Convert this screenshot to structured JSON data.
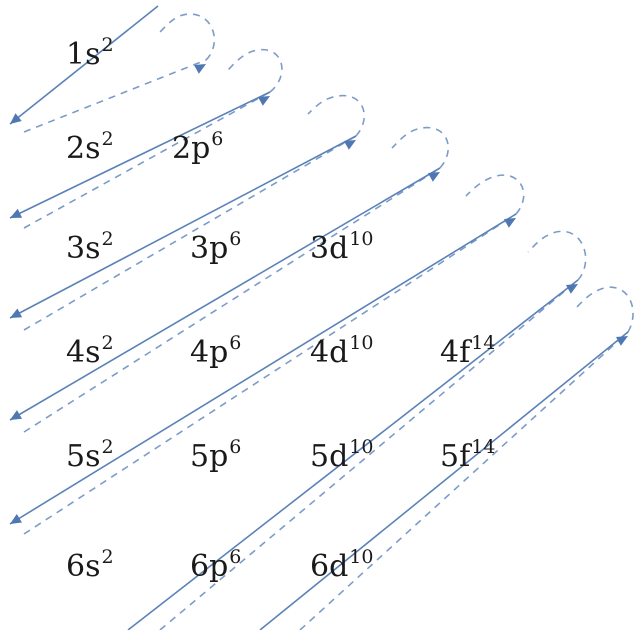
{
  "orbitals": [
    {
      "id": "1s",
      "label": "1s",
      "electrons": "2",
      "row": 1,
      "col": 1
    },
    {
      "id": "2s",
      "label": "2s",
      "electrons": "2",
      "row": 2,
      "col": 1
    },
    {
      "id": "2p",
      "label": "2p",
      "electrons": "6",
      "row": 2,
      "col": 2
    },
    {
      "id": "3s",
      "label": "3s",
      "electrons": "2",
      "row": 3,
      "col": 1
    },
    {
      "id": "3p",
      "label": "3p",
      "electrons": "6",
      "row": 3,
      "col": 2
    },
    {
      "id": "3d",
      "label": "3d",
      "electrons": "10",
      "row": 3,
      "col": 3
    },
    {
      "id": "4s",
      "label": "4s",
      "electrons": "2",
      "row": 4,
      "col": 1
    },
    {
      "id": "4p",
      "label": "4p",
      "electrons": "6",
      "row": 4,
      "col": 2
    },
    {
      "id": "4d",
      "label": "4d",
      "electrons": "10",
      "row": 4,
      "col": 3
    },
    {
      "id": "4f",
      "label": "4f",
      "electrons": "14",
      "row": 4,
      "col": 4
    },
    {
      "id": "5s",
      "label": "5s",
      "electrons": "2",
      "row": 5,
      "col": 1
    },
    {
      "id": "5p",
      "label": "5p",
      "electrons": "6",
      "row": 5,
      "col": 2
    },
    {
      "id": "5d",
      "label": "5d",
      "electrons": "10",
      "row": 5,
      "col": 3
    },
    {
      "id": "5f",
      "label": "5f",
      "electrons": "14",
      "row": 5,
      "col": 4
    },
    {
      "id": "6s",
      "label": "6s",
      "electrons": "2",
      "row": 6,
      "col": 1
    },
    {
      "id": "6p",
      "label": "6p",
      "electrons": "6",
      "row": 6,
      "col": 2
    },
    {
      "id": "6d",
      "label": "6d",
      "electrons": "10",
      "row": 6,
      "col": 3
    }
  ],
  "colors": {
    "arrow_solid": "#5b82b8",
    "arrow_dashed": "#7c9cc8",
    "arrowhead": "#4f78b2",
    "text": "#1a1a1a"
  },
  "icons": {
    "diagonal_arrow": "arrow-icon",
    "return_loop": "dashed-loop-icon"
  }
}
